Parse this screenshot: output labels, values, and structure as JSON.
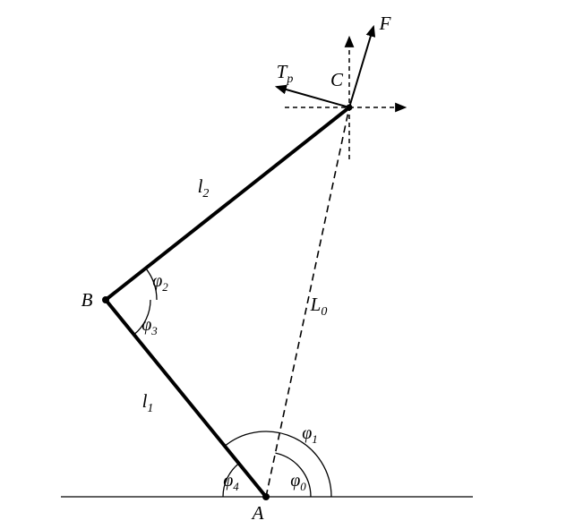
{
  "labels": {
    "points": {
      "A": "A",
      "B": "B",
      "C": "C"
    },
    "links": {
      "l1": {
        "base": "l",
        "sub": "1"
      },
      "l2": {
        "base": "l",
        "sub": "2"
      },
      "L0": {
        "base": "L",
        "sub": "0"
      }
    },
    "angles": {
      "phi0": {
        "base": "φ",
        "sub": "0"
      },
      "phi1": {
        "base": "φ",
        "sub": "1"
      },
      "phi2": {
        "base": "φ",
        "sub": "2"
      },
      "phi3": {
        "base": "φ",
        "sub": "3"
      },
      "phi4": {
        "base": "φ",
        "sub": "4"
      }
    },
    "vectors": {
      "F": "F",
      "Tp": {
        "base": "T",
        "sub": "p"
      }
    }
  },
  "colors": {
    "stroke": "#000000",
    "background": "#ffffff"
  }
}
